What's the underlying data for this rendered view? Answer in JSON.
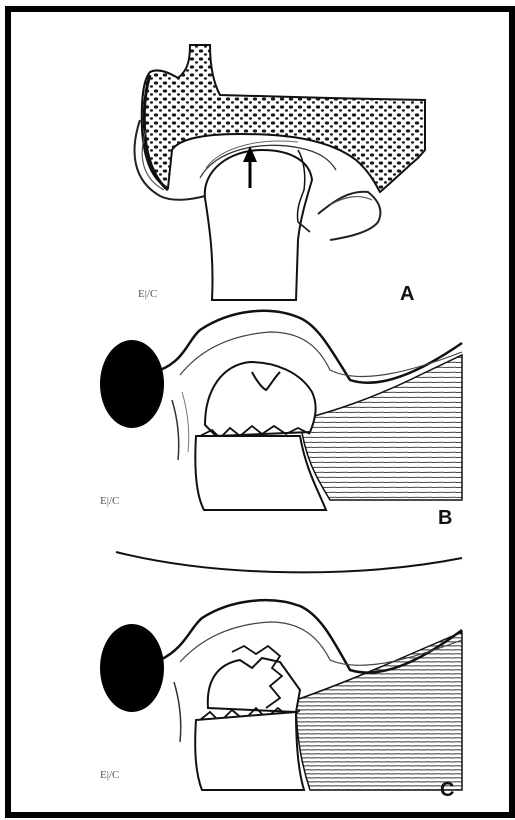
{
  "figure": {
    "panels": [
      {
        "letter": "A",
        "credit": "E|/C"
      },
      {
        "letter": "B",
        "credit": "E|/C"
      },
      {
        "letter": "C",
        "credit": "E|/C"
      }
    ],
    "colors": {
      "frame": "#000000",
      "ink": "#111111",
      "bone_fill": "#ffffff",
      "muscle_hatch": "#444444"
    }
  }
}
